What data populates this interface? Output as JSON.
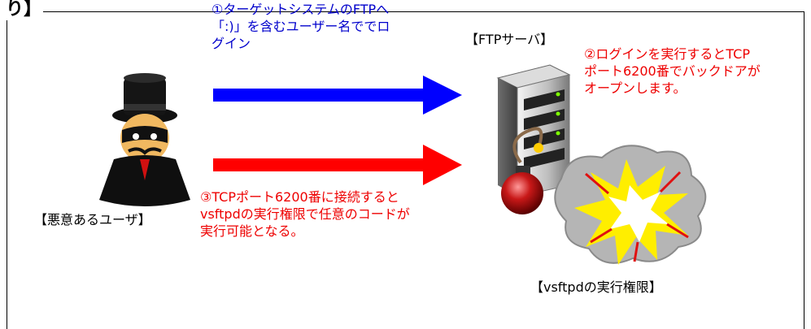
{
  "header": {
    "corner_text": "り】"
  },
  "labels": {
    "step1": [
      "①ターゲットシステムのFTPへ",
      "「:)」を含むユーザー名ででロ",
      "グイン"
    ],
    "step2": [
      "②ログインを実行するとTCP",
      "ポート6200番でバックドアが",
      "オープンします。"
    ],
    "step3": [
      "③TCPポート6200番に接続すると",
      "vsftpdの実行権限で任意のコードが",
      "実行可能となる。"
    ],
    "server": "【FTPサーバ】",
    "user": "【悪意あるユーザ】",
    "privilege": "【vsftpdの実行権限】"
  },
  "icons": {
    "attacker": "masked-hacker-icon",
    "server": "server-tower-icon",
    "bomb": "bomb-icon",
    "explosion": "explosion-icon"
  },
  "colors": {
    "blue_arrow": "#0000ff",
    "red_arrow": "#ff0000",
    "blue_text": "#0000cc",
    "red_text": "#ee0000"
  }
}
